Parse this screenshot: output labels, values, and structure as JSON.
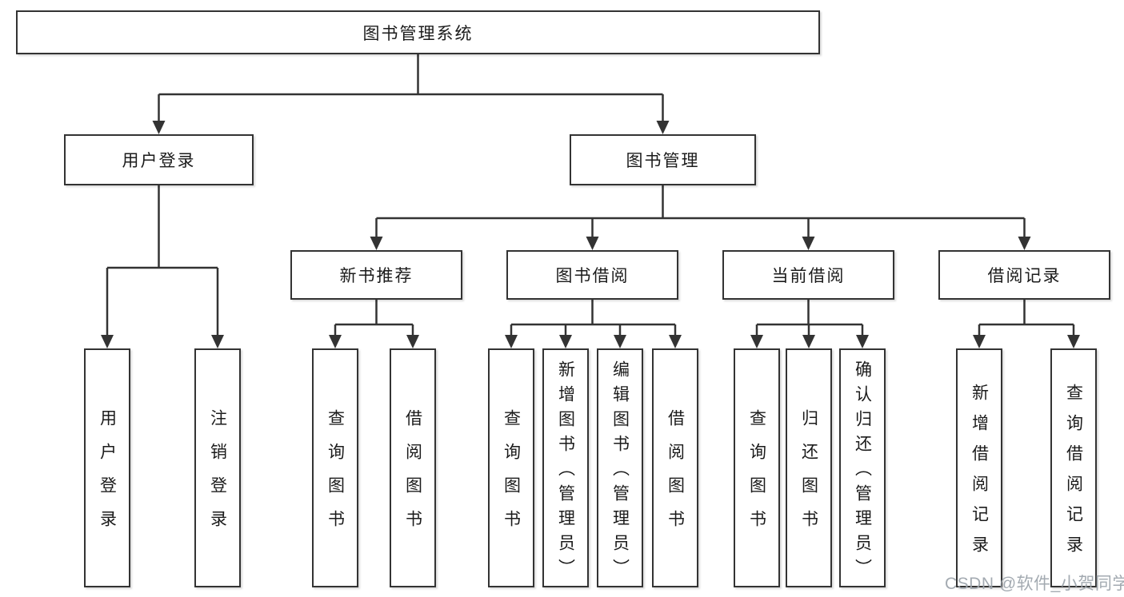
{
  "tree": {
    "root": {
      "label": "图书管理系统"
    },
    "branches": [
      {
        "label": "用户登录",
        "children": [
          {
            "label": "用户登录"
          },
          {
            "label": "注销登录"
          }
        ]
      },
      {
        "label": "图书管理",
        "children": [
          {
            "label": "新书推荐",
            "children": [
              {
                "label": "查询图书"
              },
              {
                "label": "借阅图书"
              }
            ]
          },
          {
            "label": "图书借阅",
            "children": [
              {
                "label": "查询图书"
              },
              {
                "label": "新增图书（管理员）"
              },
              {
                "label": "编辑图书（管理员）"
              },
              {
                "label": "借阅图书"
              }
            ]
          },
          {
            "label": "当前借阅",
            "children": [
              {
                "label": "查询图书"
              },
              {
                "label": "归还图书"
              },
              {
                "label": "确认归还（管理员）"
              }
            ]
          },
          {
            "label": "借阅记录",
            "children": [
              {
                "label": "新增借阅记录"
              },
              {
                "label": "查询借阅记录"
              }
            ]
          }
        ]
      }
    ]
  },
  "watermark": {
    "text": "CSDN @软件_小贺同学"
  },
  "colors": {
    "line": "#333333",
    "box_border": "#333333",
    "text": "#1b1b1b",
    "background": "#ffffff",
    "watermark": "#9ea5ad"
  }
}
